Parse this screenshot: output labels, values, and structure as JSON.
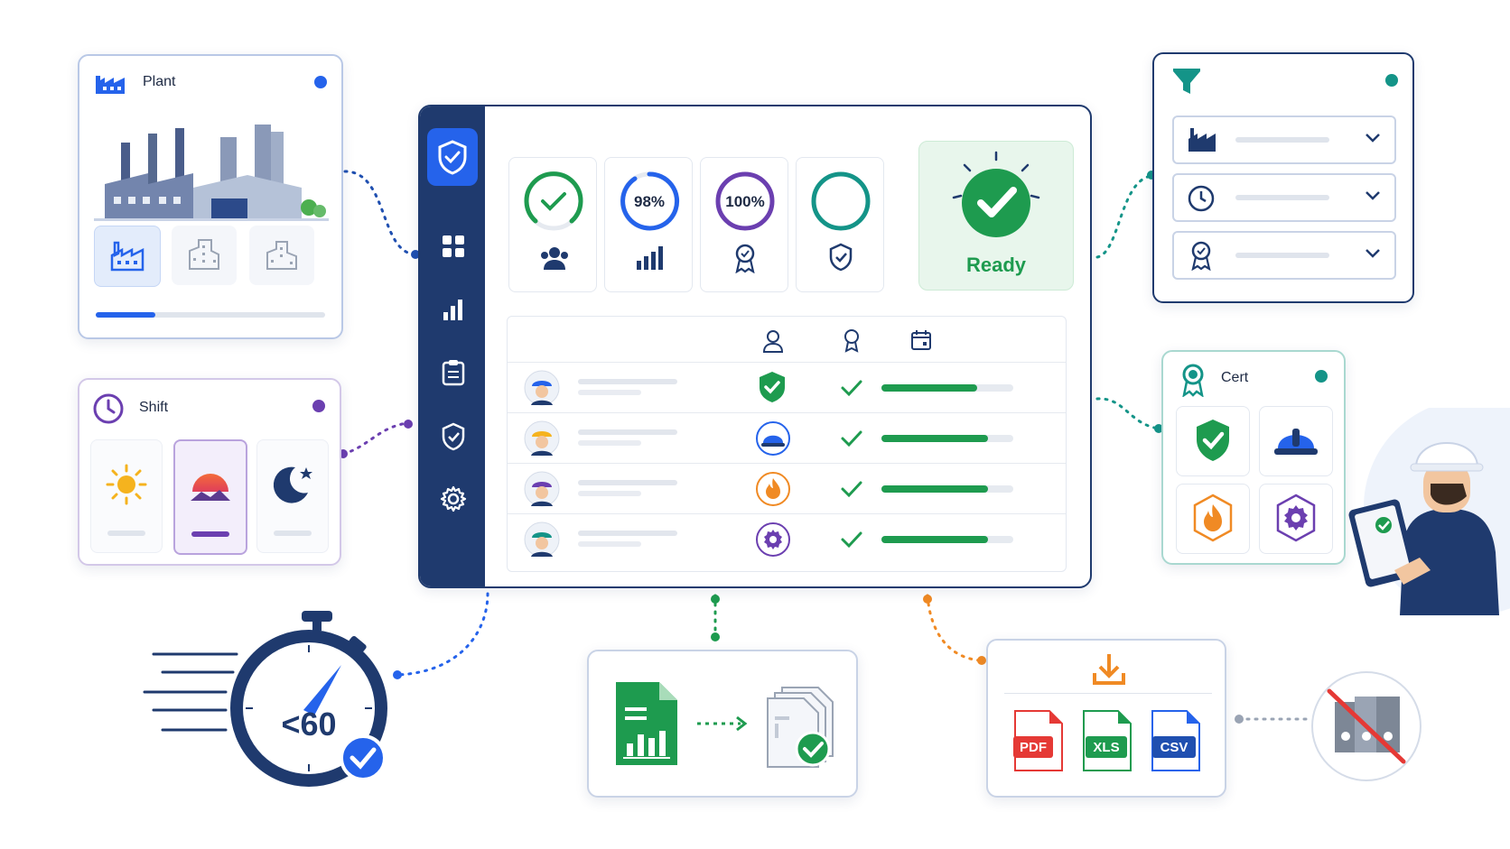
{
  "plant": {
    "label": "Plant"
  },
  "shift": {
    "label": "Shift"
  },
  "cert": {
    "label": "Cert"
  },
  "kpis": {
    "ring2_value": "98%",
    "ring3_value": "100%"
  },
  "status": {
    "label": "Ready"
  },
  "timer": {
    "label": "<60"
  },
  "exports": {
    "pdf": "PDF",
    "xls": "XLS",
    "csv": "CSV"
  },
  "colors": {
    "navy": "#1f3a6e",
    "blue": "#2563eb",
    "green": "#1e9b4f",
    "purple": "#6b3fb0",
    "teal": "#149488",
    "orange": "#f08a24"
  }
}
